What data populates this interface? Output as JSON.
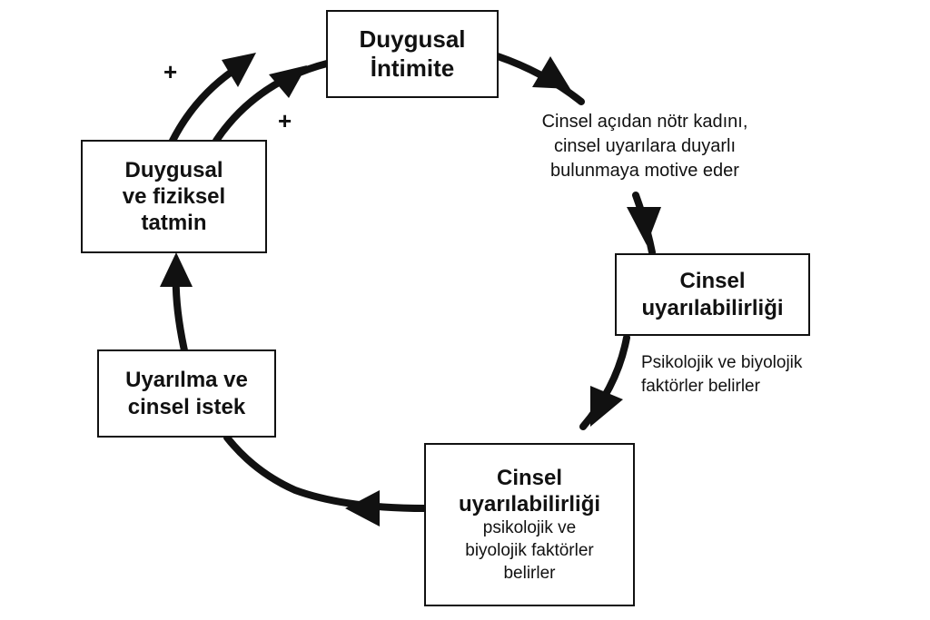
{
  "boxes": {
    "intimacy": [
      "Duygusal",
      "İntimite"
    ],
    "arousability": [
      "Cinsel",
      "uyarılabilirliği"
    ],
    "arousability_bottom": {
      "title": [
        "Cinsel",
        "uyarılabilirliği"
      ],
      "detail": [
        "psikolojik ve",
        "biyolojik faktörler",
        "belirler"
      ]
    },
    "arousal": [
      "Uyarılma ve",
      "cinsel istek"
    ],
    "satisfaction": [
      "Duygusal",
      "ve fiziksel",
      "tatmin"
    ]
  },
  "notes": {
    "motivation": [
      "Cinsel açıdan nötr kadını,",
      "cinsel uyarılara duyarlı",
      "bulunmaya motive eder"
    ],
    "factors": [
      "Psikolojik ve biyolojik",
      "faktörler belirler"
    ]
  },
  "plus_signs": [
    "+",
    "+"
  ]
}
